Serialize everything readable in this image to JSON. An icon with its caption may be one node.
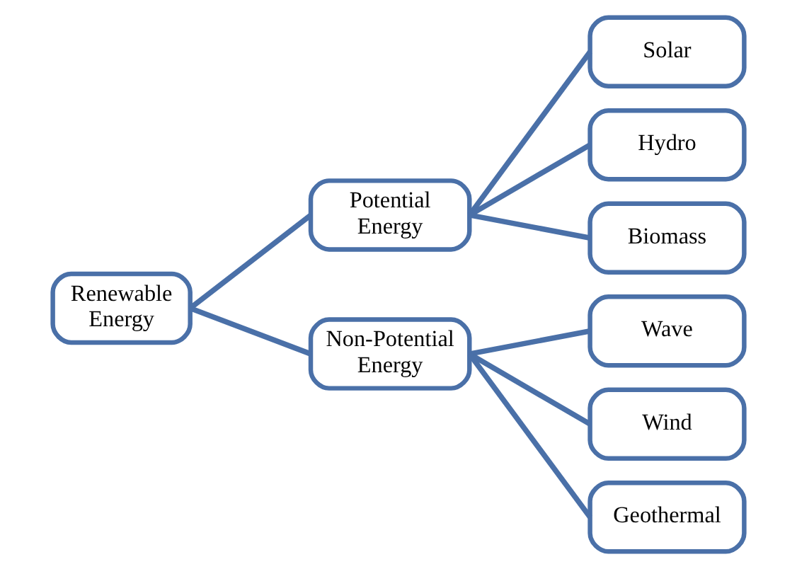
{
  "diagram": {
    "nodes": [
      {
        "text": [
          "Renewable Energy"
        ]
      },
      {
        "text": [
          "Potential Energy"
        ]
      },
      {
        "text": [
          "Non-Potential Energy"
        ]
      },
      {
        "text": [
          "Solar"
        ]
      },
      {
        "text": [
          "Hydro"
        ]
      },
      {
        "text": [
          "Biomass"
        ]
      },
      {
        "text": [
          "Wave"
        ]
      },
      {
        "text": [
          "Wind"
        ]
      },
      {
        "text": [
          "Geothermal"
        ]
      }
    ],
    "edges": [
      {
        "from": 0,
        "to": 1,
        "arrow": "none"
      },
      {
        "from": 0,
        "to": 2,
        "arrow": "none"
      },
      {
        "from": 1,
        "to": 3,
        "arrow": "none"
      },
      {
        "from": 1,
        "to": 4,
        "arrow": "none"
      },
      {
        "from": 1,
        "to": 5,
        "arrow": "none"
      },
      {
        "from": 2,
        "to": 6,
        "arrow": "none"
      },
      {
        "from": 2,
        "to": 7,
        "arrow": "none"
      },
      {
        "from": 2,
        "to": 8,
        "arrow": "none"
      }
    ]
  }
}
